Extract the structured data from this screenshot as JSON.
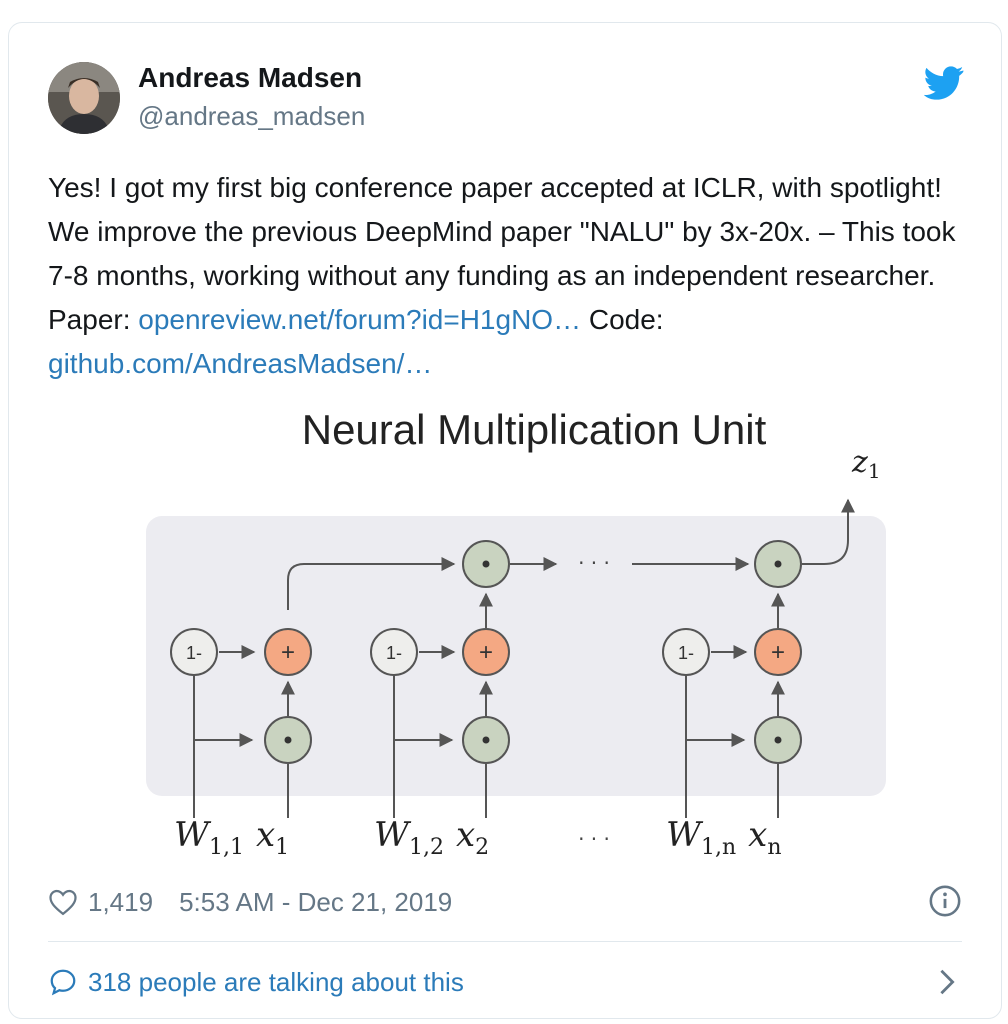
{
  "author": {
    "name": "Andreas Madsen",
    "handle": "@andreas_madsen"
  },
  "tweet": {
    "text_1": "Yes! I got my first big conference paper accepted at ICLR, with spotlight! We improve the previous DeepMind paper \"NALU\" by 3x-20x. – This took 7-8 months, working without any funding as an independent researcher. Paper: ",
    "link_paper": "openreview.net/forum?id=H1gNO…",
    "text_2": " Code: ",
    "link_code": "github.com/AndreasMadsen/…"
  },
  "figure": {
    "title": "Neural Multiplication Unit",
    "output_label": "z",
    "output_sub": "1",
    "one_minus": "1-",
    "plus": "+",
    "dots_mid": "· · ·",
    "dots_bottom": "· · ·",
    "inputs": [
      {
        "w": "W",
        "w_sub": "1,1",
        "x": "x",
        "x_sub": "1"
      },
      {
        "w": "W",
        "w_sub": "1,2",
        "x": "x",
        "x_sub": "2"
      },
      {
        "w": "W",
        "w_sub": "1,n",
        "x": "x",
        "x_sub": "n"
      }
    ]
  },
  "footer": {
    "likes": "1,419",
    "timestamp": "5:53 AM - Dec 21, 2019"
  },
  "conversation": {
    "label": "318 people are talking about this"
  },
  "icons": {
    "bird": "twitter-bird-icon",
    "heart": "heart-icon",
    "info": "info-icon",
    "bubble": "comment-icon",
    "chevron": "chevron-right-icon"
  },
  "colors": {
    "link": "#2b7bb9",
    "twitter_blue": "#1da1f2",
    "muted": "#657786",
    "node_green": "#c9d3c0",
    "node_orange": "#f4a883",
    "node_gray": "#eeeeec",
    "panel_bg": "#ececf1"
  }
}
